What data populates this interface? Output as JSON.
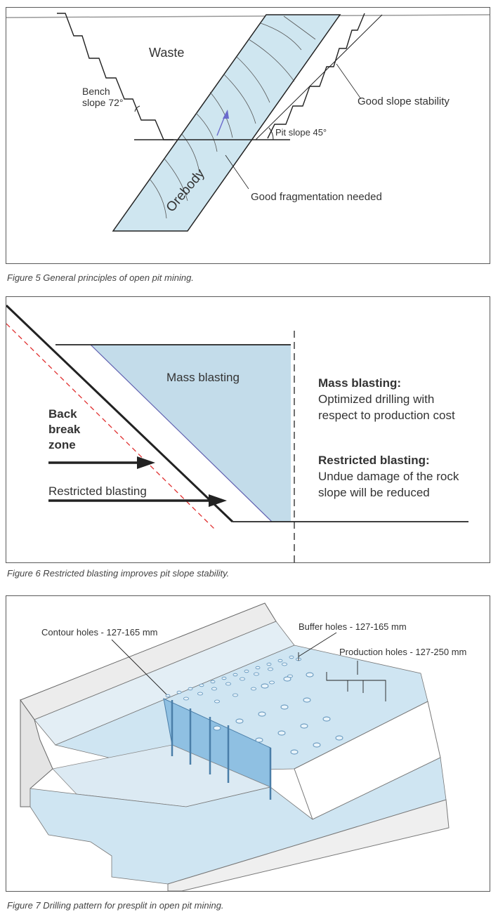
{
  "figure5": {
    "labels": {
      "waste": "Waste",
      "bench_slope_line1": "Bench",
      "bench_slope_line2": "slope 72°",
      "good_slope_stability": "Good slope stability",
      "pit_slope": "Pit slope 45°",
      "orebody": "Orebody",
      "good_fragmentation": "Good fragmentation needed"
    },
    "caption": "Figure 5  General principles of open pit mining."
  },
  "figure6": {
    "labels": {
      "mass_blasting": "Mass blasting",
      "back_break_line1": "Back",
      "back_break_line2": "break",
      "back_break_line3": "zone",
      "restricted_blasting": "Restricted blasting"
    },
    "legend": {
      "mass_title": "Mass blasting:",
      "mass_line1": "Optimized drilling with",
      "mass_line2": "respect to production cost",
      "restricted_title": "Restricted blasting:",
      "restricted_line1": "Undue damage of the rock",
      "restricted_line2": "slope will be reduced"
    },
    "caption": "Figure 6  Restricted blasting improves pit slope stability."
  },
  "figure7": {
    "labels": {
      "contour_holes": "Contour holes - 127-165 mm",
      "buffer_holes": "Buffer holes - 127-165 mm",
      "production_holes": "Production holes - 127-250 mm"
    },
    "caption": "Figure 7  Drilling pattern for presplit in open pit mining."
  },
  "colors": {
    "ore_blue": "#cfe6f0",
    "mass_blue": "#c3dcea",
    "presplit_blue": "#8fc0e2",
    "bench_blue": "#d8ebf5",
    "red_dashed": "#e03030"
  }
}
